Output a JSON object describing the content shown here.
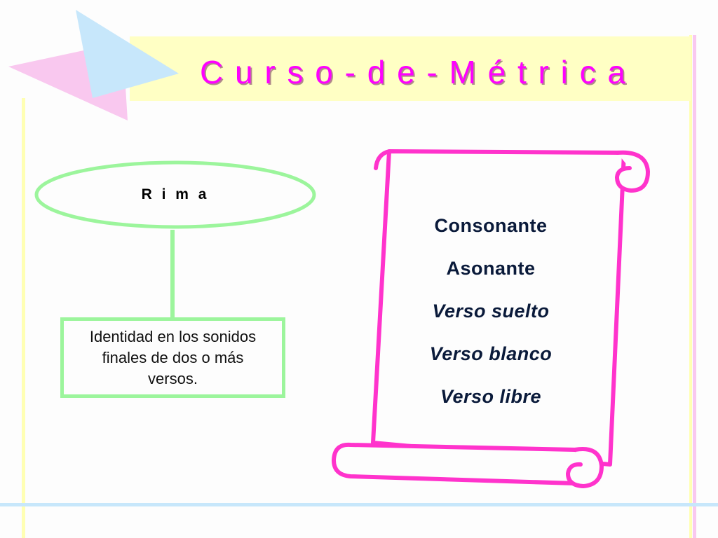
{
  "title": "C u r s o - d e - M é t r i c a",
  "colors": {
    "title": "#ff00ff",
    "title_band": "#ffffc4",
    "green": "#9cf59c",
    "magenta": "#ff33cc",
    "pink": "#f9c8ef",
    "light_blue": "#c7e7fb",
    "yellow": "#ffffb3"
  },
  "concept": {
    "label": "R i m a",
    "definition": "Identidad en los sonidos finales de dos o más versos."
  },
  "scroll": {
    "items": [
      {
        "label": "Consonante",
        "italic": false
      },
      {
        "label": "Asonante",
        "italic": false
      },
      {
        "label": "Verso suelto",
        "italic": true
      },
      {
        "label": "Verso blanco",
        "italic": true
      },
      {
        "label": "Verso libre",
        "italic": true
      }
    ]
  }
}
